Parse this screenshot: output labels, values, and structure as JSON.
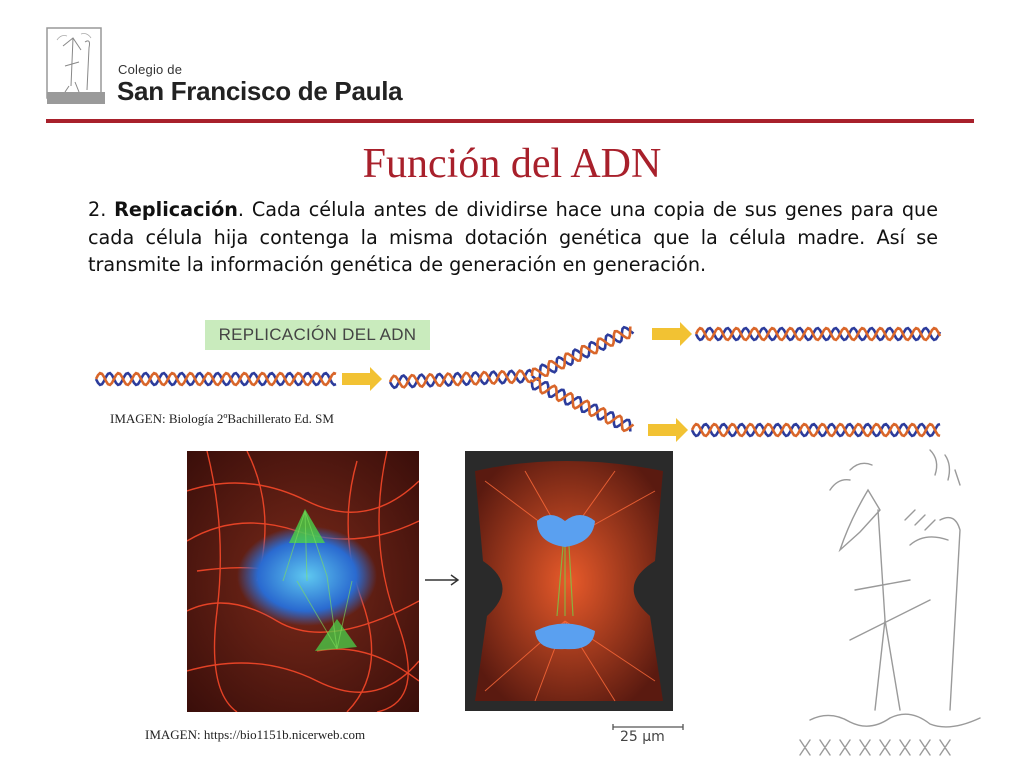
{
  "header": {
    "school_small": "Colegio de",
    "school_name": "San Francisco de Paula"
  },
  "slide": {
    "title": "Función del ADN",
    "paragraph_prefix": "2. ",
    "paragraph_bold": "Replicación",
    "paragraph_rest": ". Cada célula antes de dividirse hace una copia de sus genes para que cada célula hija contenga la misma dotación genética que la célula madre. Así se transmite la información genética de generación en generación."
  },
  "figure_dna": {
    "label": "REPLICACIÓN DEL ADN",
    "credit": "IMAGEN: Biología 2ºBachillerato Ed. SM"
  },
  "figure_cells": {
    "credit": "IMAGEN: https://bio1151b.nicerweb.com",
    "scale_label": "25 µm"
  },
  "colors": {
    "accent": "#a8202b",
    "label_bg": "#c9ebbd",
    "strand_blue": "#2c3c9c",
    "strand_orange": "#d9662a",
    "arrow": "#f2c233"
  }
}
